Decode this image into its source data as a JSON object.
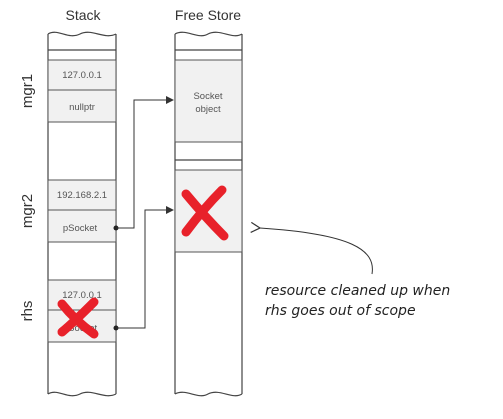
{
  "stack_title": "Stack",
  "free_store_title": "Free Store",
  "mgr1": {
    "label": "mgr1",
    "address": "127.0.0.1",
    "pointer": "nullptr"
  },
  "mgr2": {
    "label": "mgr2",
    "address": "192.168.2.1",
    "pointer": "pSocket"
  },
  "rhs": {
    "label": "rhs",
    "address": "127.0.0.1",
    "pointer": "pSocket"
  },
  "free_store": {
    "socket_object_line1": "Socket",
    "socket_object_line2": "object"
  },
  "annotation": {
    "line1": "resource cleaned up when",
    "line2": "rhs goes out of scope"
  },
  "colors": {
    "cross": "#e8212a",
    "cell_fill": "#f1f1f1",
    "outline": "#444444"
  }
}
